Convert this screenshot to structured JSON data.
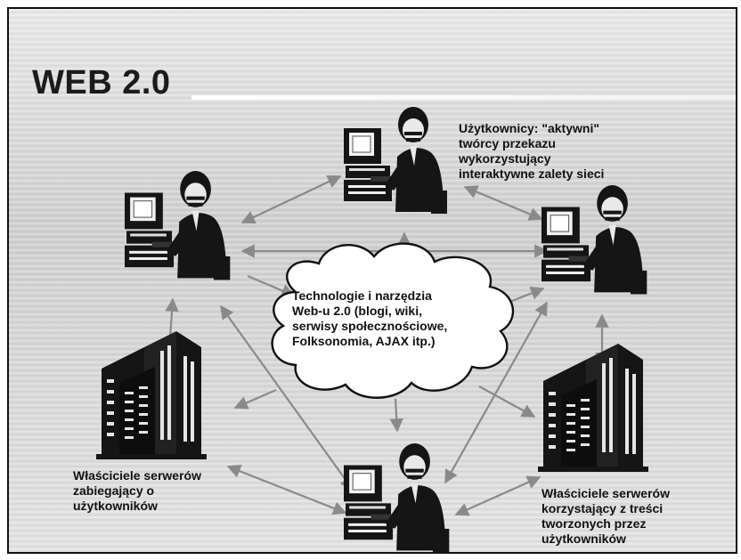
{
  "slide": {
    "title": "WEB 2.0",
    "cloud_text": "Technologie i narzędzia\nWeb-u 2.0 (blogi, wiki,\nserwisy społecznościowe,\nFolksonomia, AJAX itp.)",
    "users_text": "Użytkownicy: \"aktywni\"\ntwórcy przekazu\nwykorzystujący\ninteraktywne zalety sieci",
    "owners_left_text": "Właściciele serwerów\nzabiegający o\nużytkowników",
    "owners_right_text": "Właściciele serwerów\nkorzystający z treści\ntworzonych przez\nużytkowników"
  },
  "colors": {
    "arrow": "#8a8a8a",
    "figure": "#151515",
    "cloud_fill": "#ffffff",
    "background": "#d6d6d6"
  },
  "icons": {
    "user": "user-at-computer-icon",
    "server": "server-building-icon",
    "cloud": "cloud-icon"
  }
}
